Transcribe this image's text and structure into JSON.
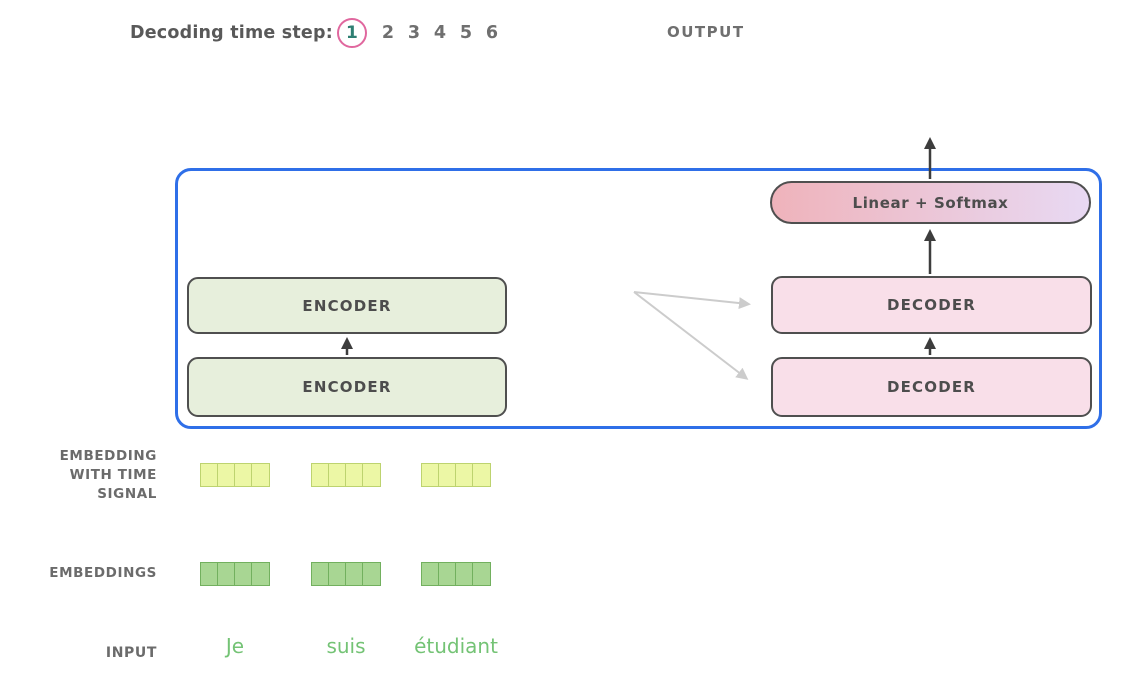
{
  "header": {
    "decoding_label": "Decoding time step:",
    "current_step": "1",
    "other_steps": [
      "2",
      "3",
      "4",
      "5",
      "6"
    ],
    "output_label": "OUTPUT"
  },
  "model": {
    "encoder_top": "ENCODER",
    "encoder_bottom": "ENCODER",
    "decoder_top": "DECODER",
    "decoder_bottom": "DECODER",
    "linear_softmax": "Linear + Softmax"
  },
  "embeddings": {
    "time_signal_label_lines": [
      "EMBEDDING",
      "WITH TIME",
      "SIGNAL"
    ],
    "embeddings_label": "EMBEDDINGS",
    "input_label": "INPUT",
    "input_words": [
      "Je",
      "suis",
      "étudiant"
    ],
    "vectors_per_row": 3,
    "cells_per_vector": 4
  },
  "colors": {
    "frame_blue": "#2f6fe8",
    "box_border": "#4f4f4f",
    "encoder_fill": "#e7efdc",
    "decoder_fill": "#f9dfe9",
    "linear_grad_left": "#efb3bb",
    "linear_grad_right": "#e8d9f3",
    "time_cell_fill": "#ecf7a5",
    "time_cell_border": "#bdd36f",
    "emb_cell_fill": "#a8d693",
    "emb_cell_border": "#72b05e",
    "word_green": "#74c375",
    "step_circle_pink": "#e0679e",
    "step_one_teal": "#2e7f72",
    "text_gray": "#595959",
    "arrow_dark": "#3d3d3d",
    "arrow_gray": "#cccccc"
  }
}
